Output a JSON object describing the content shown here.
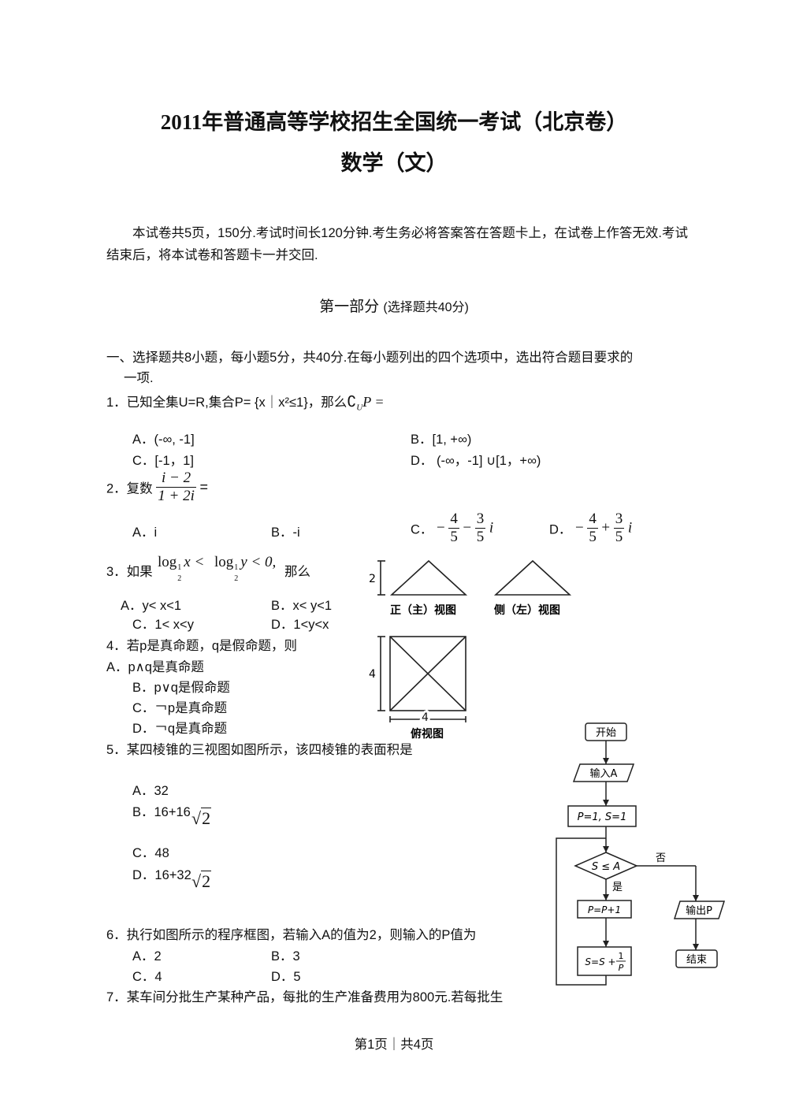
{
  "title": "2011年普通高等学校招生全国统一考试（北京卷）",
  "subtitle": "数学（文）",
  "intro": "本试卷共5页，150分.考试时间长120分钟.考生务必将答案答在答题卡上，在试卷上作答无效.考试结束后，将本试卷和答题卡一并交回.",
  "part_title": "第一部分",
  "part_sub": "(选择题共40分)",
  "section_line1": "一、选择题共8小题，每小题5分，共40分.在每小题列出的四个选项中，选出符合题目要求的",
  "section_line2": "一项.",
  "q1": {
    "text": "1．已知全集U=R,集合P= {x｜x²≤1}，那么",
    "complement": "∁",
    "sub": "U",
    "var": "P =",
    "A": "A．(-∞, -1]",
    "B": "B．[1, +∞)",
    "C": "C．[-1，1]",
    "D": "D．  (-∞，-1] ∪[1，+∞)"
  },
  "q2": {
    "text": "2．复数",
    "num": "i − 2",
    "den": "1 + 2i",
    "eq": "=",
    "A": "A．i",
    "B": "B．-i",
    "C_label": "C．",
    "D_label": "D．",
    "minus": "−",
    "plus": "+",
    "f4": "4",
    "f3": "3",
    "f5": "5",
    "i": "i"
  },
  "q3": {
    "text": "3．如果",
    "log": "log",
    "half_num": "1",
    "half_den": "2",
    "x_lt": "x <",
    "y_lt": "y < 0,",
    "tail": "那么",
    "A": "A．y< x<1",
    "B": "B．x< y<1",
    "C": "C．1< x<y",
    "D": "D．1<y<x"
  },
  "q4": {
    "text": "4．若p是真命题，q是假命题，则",
    "A": "A．p∧q是真命题",
    "B": "B．p∨q是假命题",
    "C": "C．￢p是真命题",
    "D": "D．￢q是真命题"
  },
  "q5": {
    "text": "5．某四棱锥的三视图如图所示，该四棱锥的表面积是",
    "A": "A．32",
    "B": "B．16+16",
    "C": "C．48",
    "D": "D．16+32",
    "sqrt_sign": "√",
    "sqrt_val": "2"
  },
  "q6": {
    "text": "6．执行如图所示的程序框图，若输入A的值为2，则输入的P值为",
    "A": "A．2",
    "B": "B．3",
    "C": "C．4",
    "D": "D．5"
  },
  "q7": {
    "text": "7．某车间分批生产某种产品，每批的生产准备费用为800元.若每批生"
  },
  "views": {
    "front_label": "正（主）视图",
    "side_label": "侧（左）视图",
    "top_label": "俯视图",
    "height_label": "2",
    "side_4": "4",
    "bottom_4": "4"
  },
  "flowchart": {
    "start": "开始",
    "input": "输入A",
    "init": "P=1, S=1",
    "cond": "S ≤ A",
    "no": "否",
    "yes": "是",
    "step1": "P=P+1",
    "step2_left": "S=S +",
    "step2_num": "1",
    "step2_den": "P",
    "output": "输出P",
    "end": "结束"
  },
  "footer": "第1页｜共4页"
}
